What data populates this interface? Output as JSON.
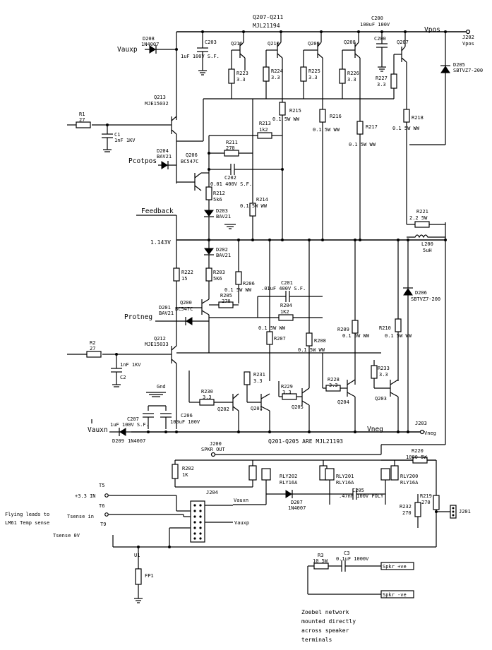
{
  "rails": {
    "vpos": "Vpos",
    "vneg": "Vneg",
    "vauxp": "Vauxp",
    "vauxn": "Vauxn",
    "pcotpos": "Pcotpos",
    "feedback": "Feedback",
    "protneg": "Protneg",
    "gnd": "Gnd",
    "bias": "1.143V"
  },
  "groups": {
    "top_outputs_ref": "Q207-Q211",
    "top_outputs_part": "MJL21194",
    "bottom_outputs_note": "Q201-Q205 ARE MJL21193"
  },
  "transistors": {
    "q211": "Q211",
    "q210": "Q210",
    "q209": "Q209",
    "q208": "Q208",
    "q207": "Q207",
    "q213": "Q213",
    "q213_part": "MJE15032",
    "q212": "Q212",
    "q212_part": "MJE15033",
    "q206": "Q206",
    "q206_part": "BC547C",
    "q200": "Q200",
    "q200_part": "BC547C",
    "q202": "Q202",
    "q201": "Q201",
    "q205": "Q205",
    "q204": "Q204",
    "q203": "Q203"
  },
  "resistors": {
    "r1": "R1",
    "r1_val": "27",
    "r2": "R2",
    "r2_val": "27",
    "r223": "R223",
    "r223_val": "3.3",
    "r224": "R224",
    "r224_val": "3.3",
    "r225": "R225",
    "r225_val": "3.3",
    "r226": "R226",
    "r226_val": "3.3",
    "r227": "R227",
    "r227_val": "3.3",
    "r215": "R215",
    "r215_val": "0.1  5W WW",
    "r216": "R216",
    "r216_val": "0.1  5W WW",
    "r217": "R217",
    "r217_val": "0.1  5W WW",
    "r218": "R218",
    "r218_val": "0.1  5W WW",
    "r213": "R213",
    "r213_val": "1k2",
    "r211": "R211",
    "r211_val": "270",
    "r212": "R212",
    "r212_val": "5k6",
    "r214": "R214",
    "r214_val": "0.1  5W WW",
    "r222": "R222",
    "r222_val": "15",
    "r203": "R203",
    "r203_val": "5K6",
    "r206": "R206",
    "r206_val": "0.1  5W WW",
    "r205": "R205",
    "r205_val": "270",
    "r204": "R204",
    "r204_val": "1K2",
    "r207": "R207",
    "r207_pre": "0.1  5W WW",
    "r208": "R208",
    "r208_val": "0.1  5W WW",
    "r209": "R209",
    "r209_val": "0.1  5W WW",
    "r210": "R210",
    "r210_val": "0.1  5W WW",
    "r221": "R221",
    "r221_val": "2.2  5W",
    "r230": "R230",
    "r230_val": "3.3",
    "r231": "R231",
    "r231_val": "3.3",
    "r229": "R229",
    "r229_val": "3.3",
    "r228": "R228",
    "r228_val": "3.3",
    "r233": "R233",
    "r233_val": "3.3",
    "r202": "R202",
    "r202_val": "1K",
    "r220": "R220",
    "r220_val": "1000  5W",
    "r219": "R219",
    "r219_val": "270",
    "r232": "R232",
    "r232_val": "270",
    "r3": "R3",
    "r3_val": "10  5W"
  },
  "capacitors": {
    "c203": "C203",
    "c203_val": "1uF 100V S.F.",
    "c200": "C200",
    "c200_val": "100uF 100V",
    "c1": "C1",
    "c1_val": "1nF 1KV",
    "c2": "C2",
    "c2_val": "1nF 1KV",
    "c202": "C202",
    "c202_val": "0.01 400V S.F.",
    "c201": "C201",
    "c201_val": ".01uF 400V S.F.",
    "c207": "C207",
    "c207_val": "1uF 100V S.F.",
    "c206": "C206",
    "c206_val": "100uF 100V",
    "c205": "C205",
    "c205_val": ".47nF 100V POLY",
    "c3": "C3",
    "c3_val": "0.1uF 1000V"
  },
  "diodes": {
    "d208": "D208",
    "d208_part": "1N4007",
    "d205": "D205",
    "d205_part": "SBTVZ7-200",
    "d204": "D204",
    "d204_part": "BAV21",
    "d203": "D203",
    "d203_part": "BAV21",
    "d202": "D202",
    "d202_part": "BAV21",
    "d201": "D201",
    "d201_part": "BAV21",
    "d206": "D206",
    "d206_part": "SBTVZ7-200",
    "d209": "D209",
    "d209_part": "1N4007",
    "d207": "D207",
    "d207_part": "1N4007"
  },
  "inductors": {
    "l200": "L200",
    "l200_val": "5uH"
  },
  "relays": {
    "rly202": "RLY202",
    "rly202_part": "RLY16A",
    "rly201": "RLY201",
    "rly201_part": "RLY16A",
    "rly200": "RLY200",
    "rly200_part": "RLY16A"
  },
  "connectors": {
    "j202": "J202",
    "j202_label": "Vpos",
    "j203": "J203",
    "j203_label": "Vneg",
    "j200": "J200",
    "j200_label": "SPKR OUT",
    "j204": "J204",
    "j201": "J201",
    "t5": "T5",
    "t5_label": "+3.3 IN",
    "t6": "T6",
    "t9": "T9",
    "tsense": "Tsense in",
    "tsense0v": "Tsense 0V",
    "spkr_pos": "Spkr +ve",
    "spkr_neg": "Spkr -ve",
    "u1": "U1",
    "fp1": "FP1"
  },
  "notes": {
    "flying1": "Flying leads to",
    "flying2": "LM61 Temp sense",
    "zobel1": "Zoebel network",
    "zobel2": "mounted directly",
    "zobel3": "across speaker",
    "zobel4": "terminals"
  }
}
